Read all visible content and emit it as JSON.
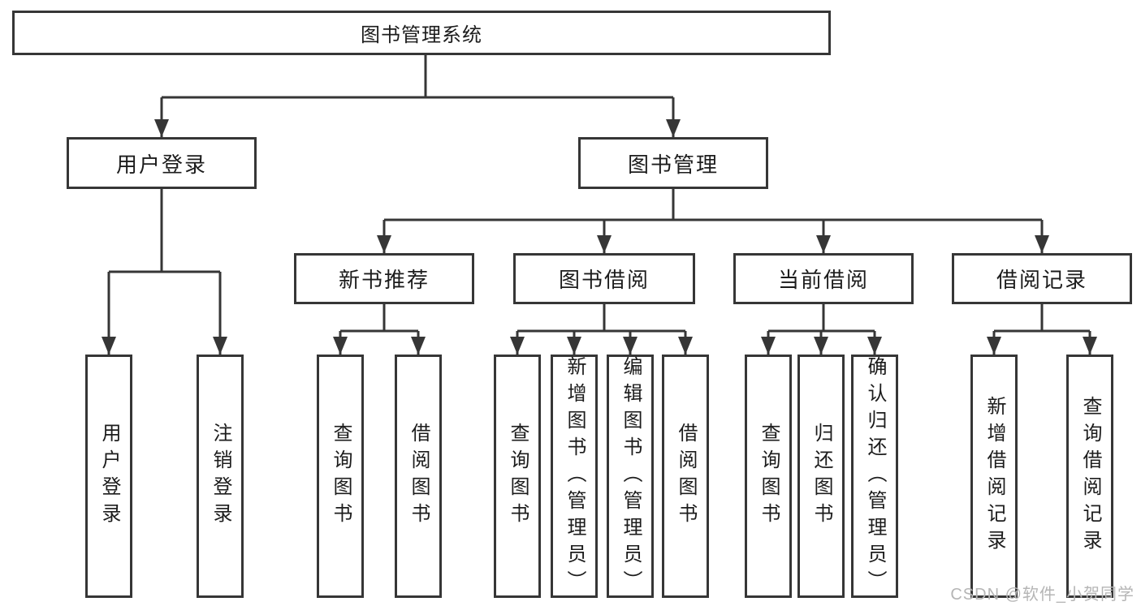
{
  "diagram": {
    "label": "图书管理系统",
    "children": [
      {
        "label": "用户登录",
        "children": [
          {
            "label": "用户登录"
          },
          {
            "label": "注销登录"
          }
        ]
      },
      {
        "label": "图书管理",
        "children": [
          {
            "label": "新书推荐",
            "children": [
              {
                "label": "查询图书"
              },
              {
                "label": "借阅图书"
              }
            ]
          },
          {
            "label": "图书借阅",
            "children": [
              {
                "label": "查询图书"
              },
              {
                "label": "新增图书（管理员）"
              },
              {
                "label": "编辑图书（管理员）"
              },
              {
                "label": "借阅图书"
              }
            ]
          },
          {
            "label": "当前借阅",
            "children": [
              {
                "label": "查询图书"
              },
              {
                "label": "归还图书"
              },
              {
                "label": "确认归还（管理员）"
              }
            ]
          },
          {
            "label": "借阅记录",
            "children": [
              {
                "label": "新增借阅记录"
              },
              {
                "label": "查询借阅记录"
              }
            ]
          }
        ]
      }
    ]
  },
  "watermark": {
    "text": "CSDN @软件_小贺同学"
  },
  "colors": {
    "line": "#363636",
    "box_border": "#363636",
    "text": "#1c1c1c",
    "watermark": "#b5b5b5"
  }
}
